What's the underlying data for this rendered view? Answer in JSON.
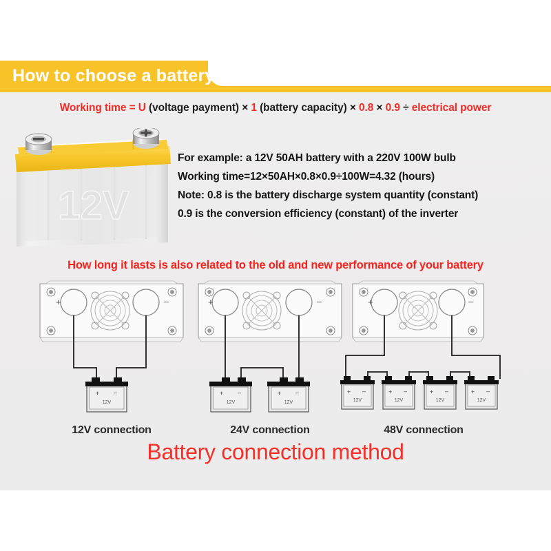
{
  "header": {
    "title": "How to choose a battery",
    "banner_color": "#f8c229"
  },
  "formula": {
    "segments": [
      {
        "text": "Working time = U",
        "color": "red"
      },
      {
        "text": " (voltage payment) × ",
        "color": "black"
      },
      {
        "text": "1",
        "color": "red"
      },
      {
        "text": " (battery capacity) × ",
        "color": "black"
      },
      {
        "text": "0.8",
        "color": "red"
      },
      {
        "text": " × ",
        "color": "black"
      },
      {
        "text": "0.9",
        "color": "red"
      },
      {
        "text": " ÷ ",
        "color": "black"
      },
      {
        "text": "electrical power",
        "color": "red"
      }
    ],
    "red_color": "#ef2d28",
    "black_color": "#1d1d1d"
  },
  "battery_art": {
    "label": "12V",
    "cap_color": "#f7c524",
    "body_color": "#e9e9e9",
    "terminal_count": 2
  },
  "example": {
    "lines": [
      "For example: a 12V 50AH battery with a 220V 100W bulb",
      "Working time=12×50AH×0.8×0.9÷100W=4.32 (hours)",
      "Note: 0.8 is the battery discharge system quantity (constant)",
      "0.9 is the conversion efficiency (constant) of the inverter"
    ]
  },
  "subheading": {
    "text": "How long it lasts is also related to the old and new performance of your battery",
    "color": "#f0241f"
  },
  "diagrams": [
    {
      "id": "12v",
      "label": "12V connection",
      "battery_count": 1,
      "battery_label": "12V",
      "plus_sign": "+",
      "minus_sign": "–"
    },
    {
      "id": "24v",
      "label": "24V connection",
      "battery_count": 2,
      "battery_label": "12V",
      "plus_sign": "+",
      "minus_sign": "–"
    },
    {
      "id": "48v",
      "label": "48V connection",
      "battery_count": 4,
      "battery_label": "12V",
      "plus_sign": "+",
      "minus_sign": "–"
    }
  ],
  "bottom_title": {
    "text": "Battery connection method",
    "color": "#f3302a"
  }
}
